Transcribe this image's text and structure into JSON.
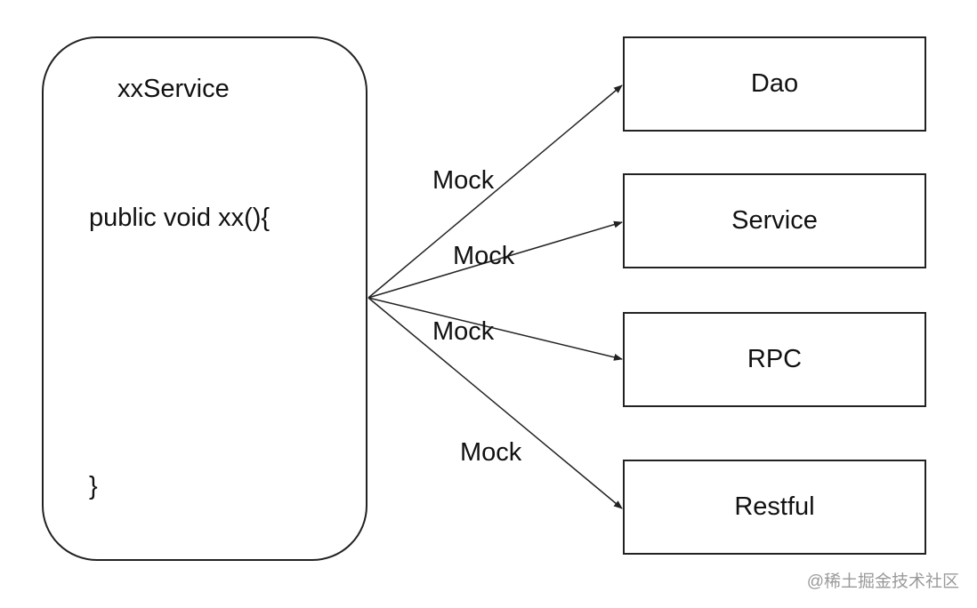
{
  "service": {
    "title": "xxService",
    "code_open": "public void xx(){",
    "code_close": "}"
  },
  "dependencies": {
    "dao": "Dao",
    "service": "Service",
    "rpc": "RPC",
    "restful": "Restful"
  },
  "arrows": {
    "label_dao": "Mock",
    "label_service": "Mock",
    "label_rpc": "Mock",
    "label_restful": "Mock"
  },
  "watermark": "@稀土掘金技术社区",
  "colors": {
    "stroke": "#222222",
    "text": "#111111",
    "watermark": "#9a9a9a"
  }
}
